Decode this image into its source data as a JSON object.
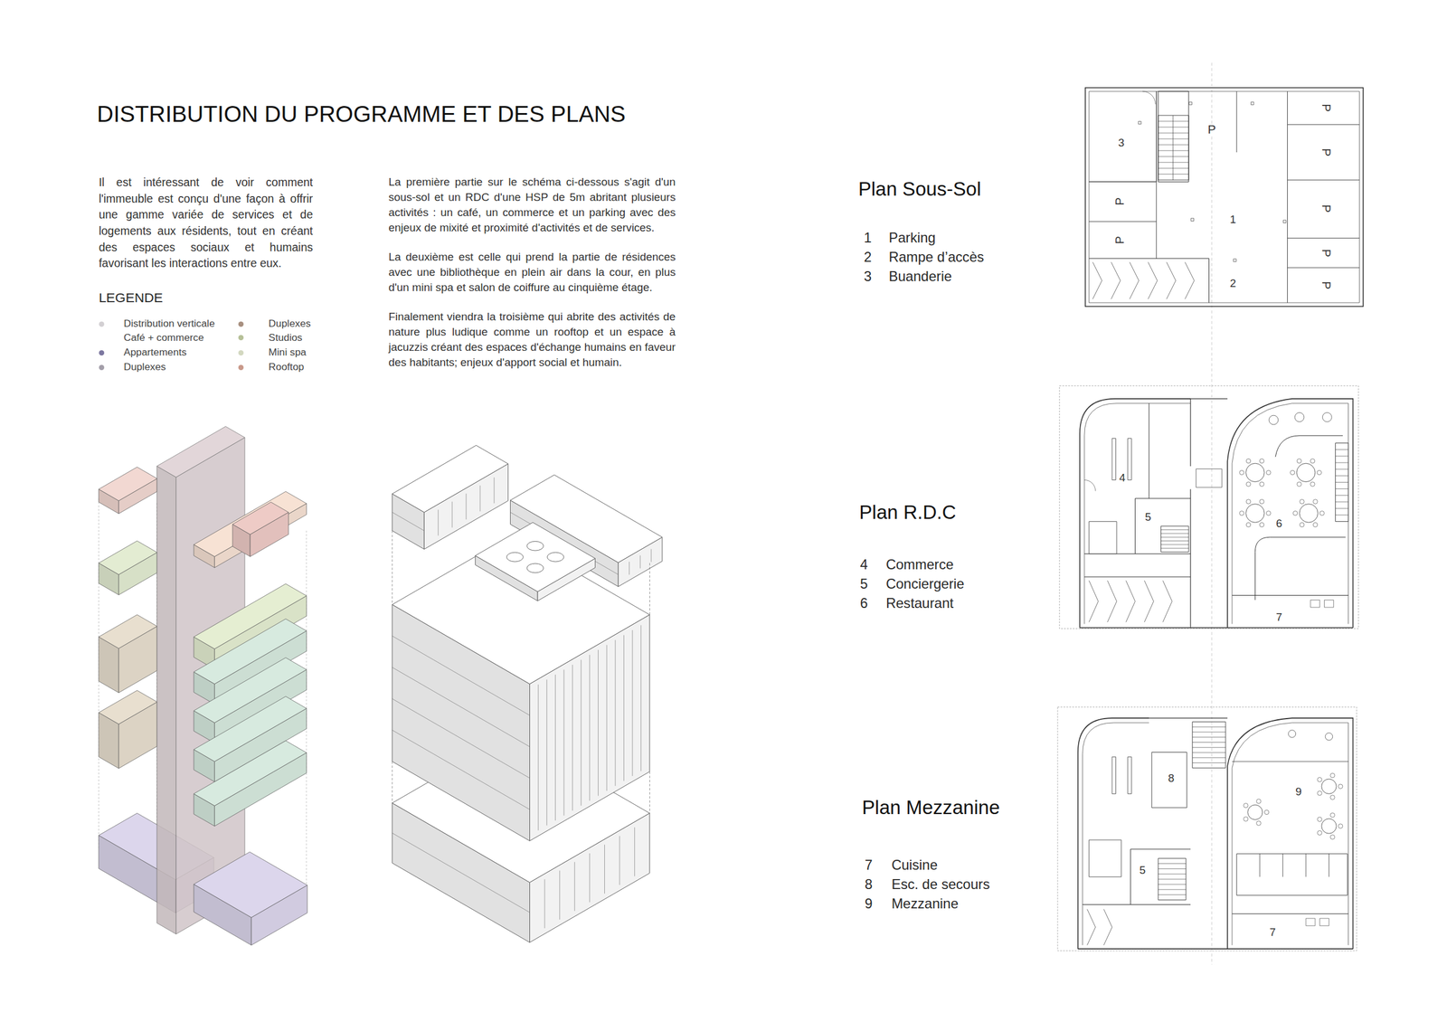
{
  "diagram": {
    "title": "DISTRIBUTION DU PROGRAMME ET DES PLANS",
    "labels": [
      "Il est intéressant de voir comment l'immeuble est conçu d'une façon à offrir une gamme variée de services et de logements aux résidents, tout en créant des espaces sociaux et humains favorisant les interactions entre eux.",
      "LEGENDE",
      "La première partie sur le schéma ci-dessous s'agit d'un sous-sol et un RDC d'une HSP de 5m abritant plusieurs activités : un café, un commerce et un parking avec des enjeux de mixité et proximité d'activités et de services.",
      "La deuxième est celle qui prend la partie de résidences avec une bibliothèque en plein air dans la cour, en plus d'un mini spa et salon de coiffure au cinquième étage.",
      "Finalement viendra la troisième qui abrite des activités de nature plus ludique comme un rooftop et un espace à jacuzzis créant des espaces d'échange humains en faveur des habitants; enjeux d'apport social et humain.",
      "Plan Sous-Sol",
      "1",
      "Parking",
      "2",
      "Rampe d’accès",
      "3",
      "Buanderie",
      "Plan R.D.C",
      "4",
      "Commerce",
      "5",
      "Conciergerie",
      "6",
      "Restaurant",
      "Plan Mezzanine",
      "7",
      "Cuisine",
      "8",
      "Esc. de secours",
      "9",
      "Mezzanine",
      "3",
      "P",
      "1",
      "2",
      "P",
      "P",
      "P",
      "P",
      "P",
      "P",
      "P",
      "4",
      "5",
      "6",
      "7",
      "8",
      "9",
      "5",
      "7"
    ],
    "legend": [
      {
        "text": "Distribution verticale",
        "color": "#d3d0d3"
      },
      {
        "text": "Café + commerce"
      },
      {
        "text": "Appartements",
        "color": "#7c77a0"
      },
      {
        "text": "Duplexes",
        "color": "#a39ea9"
      },
      {
        "text": "Duplexes",
        "color": "#a89080"
      },
      {
        "text": "Studios",
        "color": "#b6c098"
      },
      {
        "text": "Mini spa",
        "color": "#d3d8c0"
      },
      {
        "text": "Rooftop",
        "color": "#c9998a"
      }
    ]
  }
}
